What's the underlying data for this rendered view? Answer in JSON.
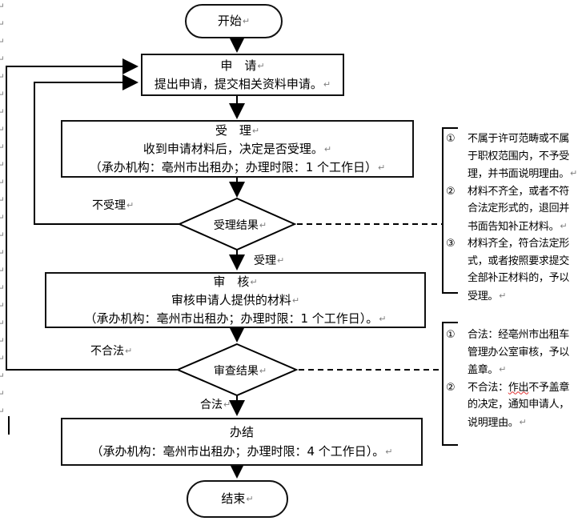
{
  "cr": "↵",
  "colors": {
    "line": "#000000",
    "shape_border": "#111111",
    "return_mark": "#808080",
    "spellcheck_underline": "#e03030"
  },
  "flow": {
    "start": {
      "label": "开始"
    },
    "apply": {
      "title": "申　请",
      "desc": "提出申请，提交相关资料申请。"
    },
    "accept": {
      "title": "受　理",
      "desc": "收到申请材料后，决定是否受理。",
      "agency": "（承办机构：亳州市出租办；办理时限：1 个工作日）"
    },
    "accept_decision": {
      "label": "受理结果",
      "no_label": "不受理",
      "yes_label": "受理"
    },
    "review": {
      "title": "审　核",
      "desc": "审核申请人提供的材料",
      "agency": "（承办机构：亳州市出租办；办理时限：1 个工作日）。"
    },
    "review_decision": {
      "label": "审查结果",
      "no_label": "不合法",
      "yes_label": "合法"
    },
    "complete": {
      "title": "办结",
      "agency": "（承办机构：亳州市出租办；办理时限：4  个工作日）。"
    },
    "end": {
      "label": "结束"
    }
  },
  "notes": {
    "accept": {
      "items": [
        {
          "num": "①",
          "text": "不属于许可范畴或不属于职权范围内，不予受理，并书面说明理由。"
        },
        {
          "num": "②",
          "text": "材料不齐全，或者不符合法定形式的，退回并书面告知补正材料。"
        },
        {
          "num": "③",
          "text": "材料齐全，符合法定形式，或者按照要求提交全部补正材料的，予以受理。"
        }
      ]
    },
    "review": {
      "items": [
        {
          "num": "①",
          "pre": "合法：经亳州市出租车管理办公室审核，予以盖章。",
          "wavy": "",
          "post": ""
        },
        {
          "num": "②",
          "pre": "不合法：",
          "wavy": "作出",
          "post": "不予盖章的决定，通知申请人，说明理由。"
        }
      ]
    }
  }
}
